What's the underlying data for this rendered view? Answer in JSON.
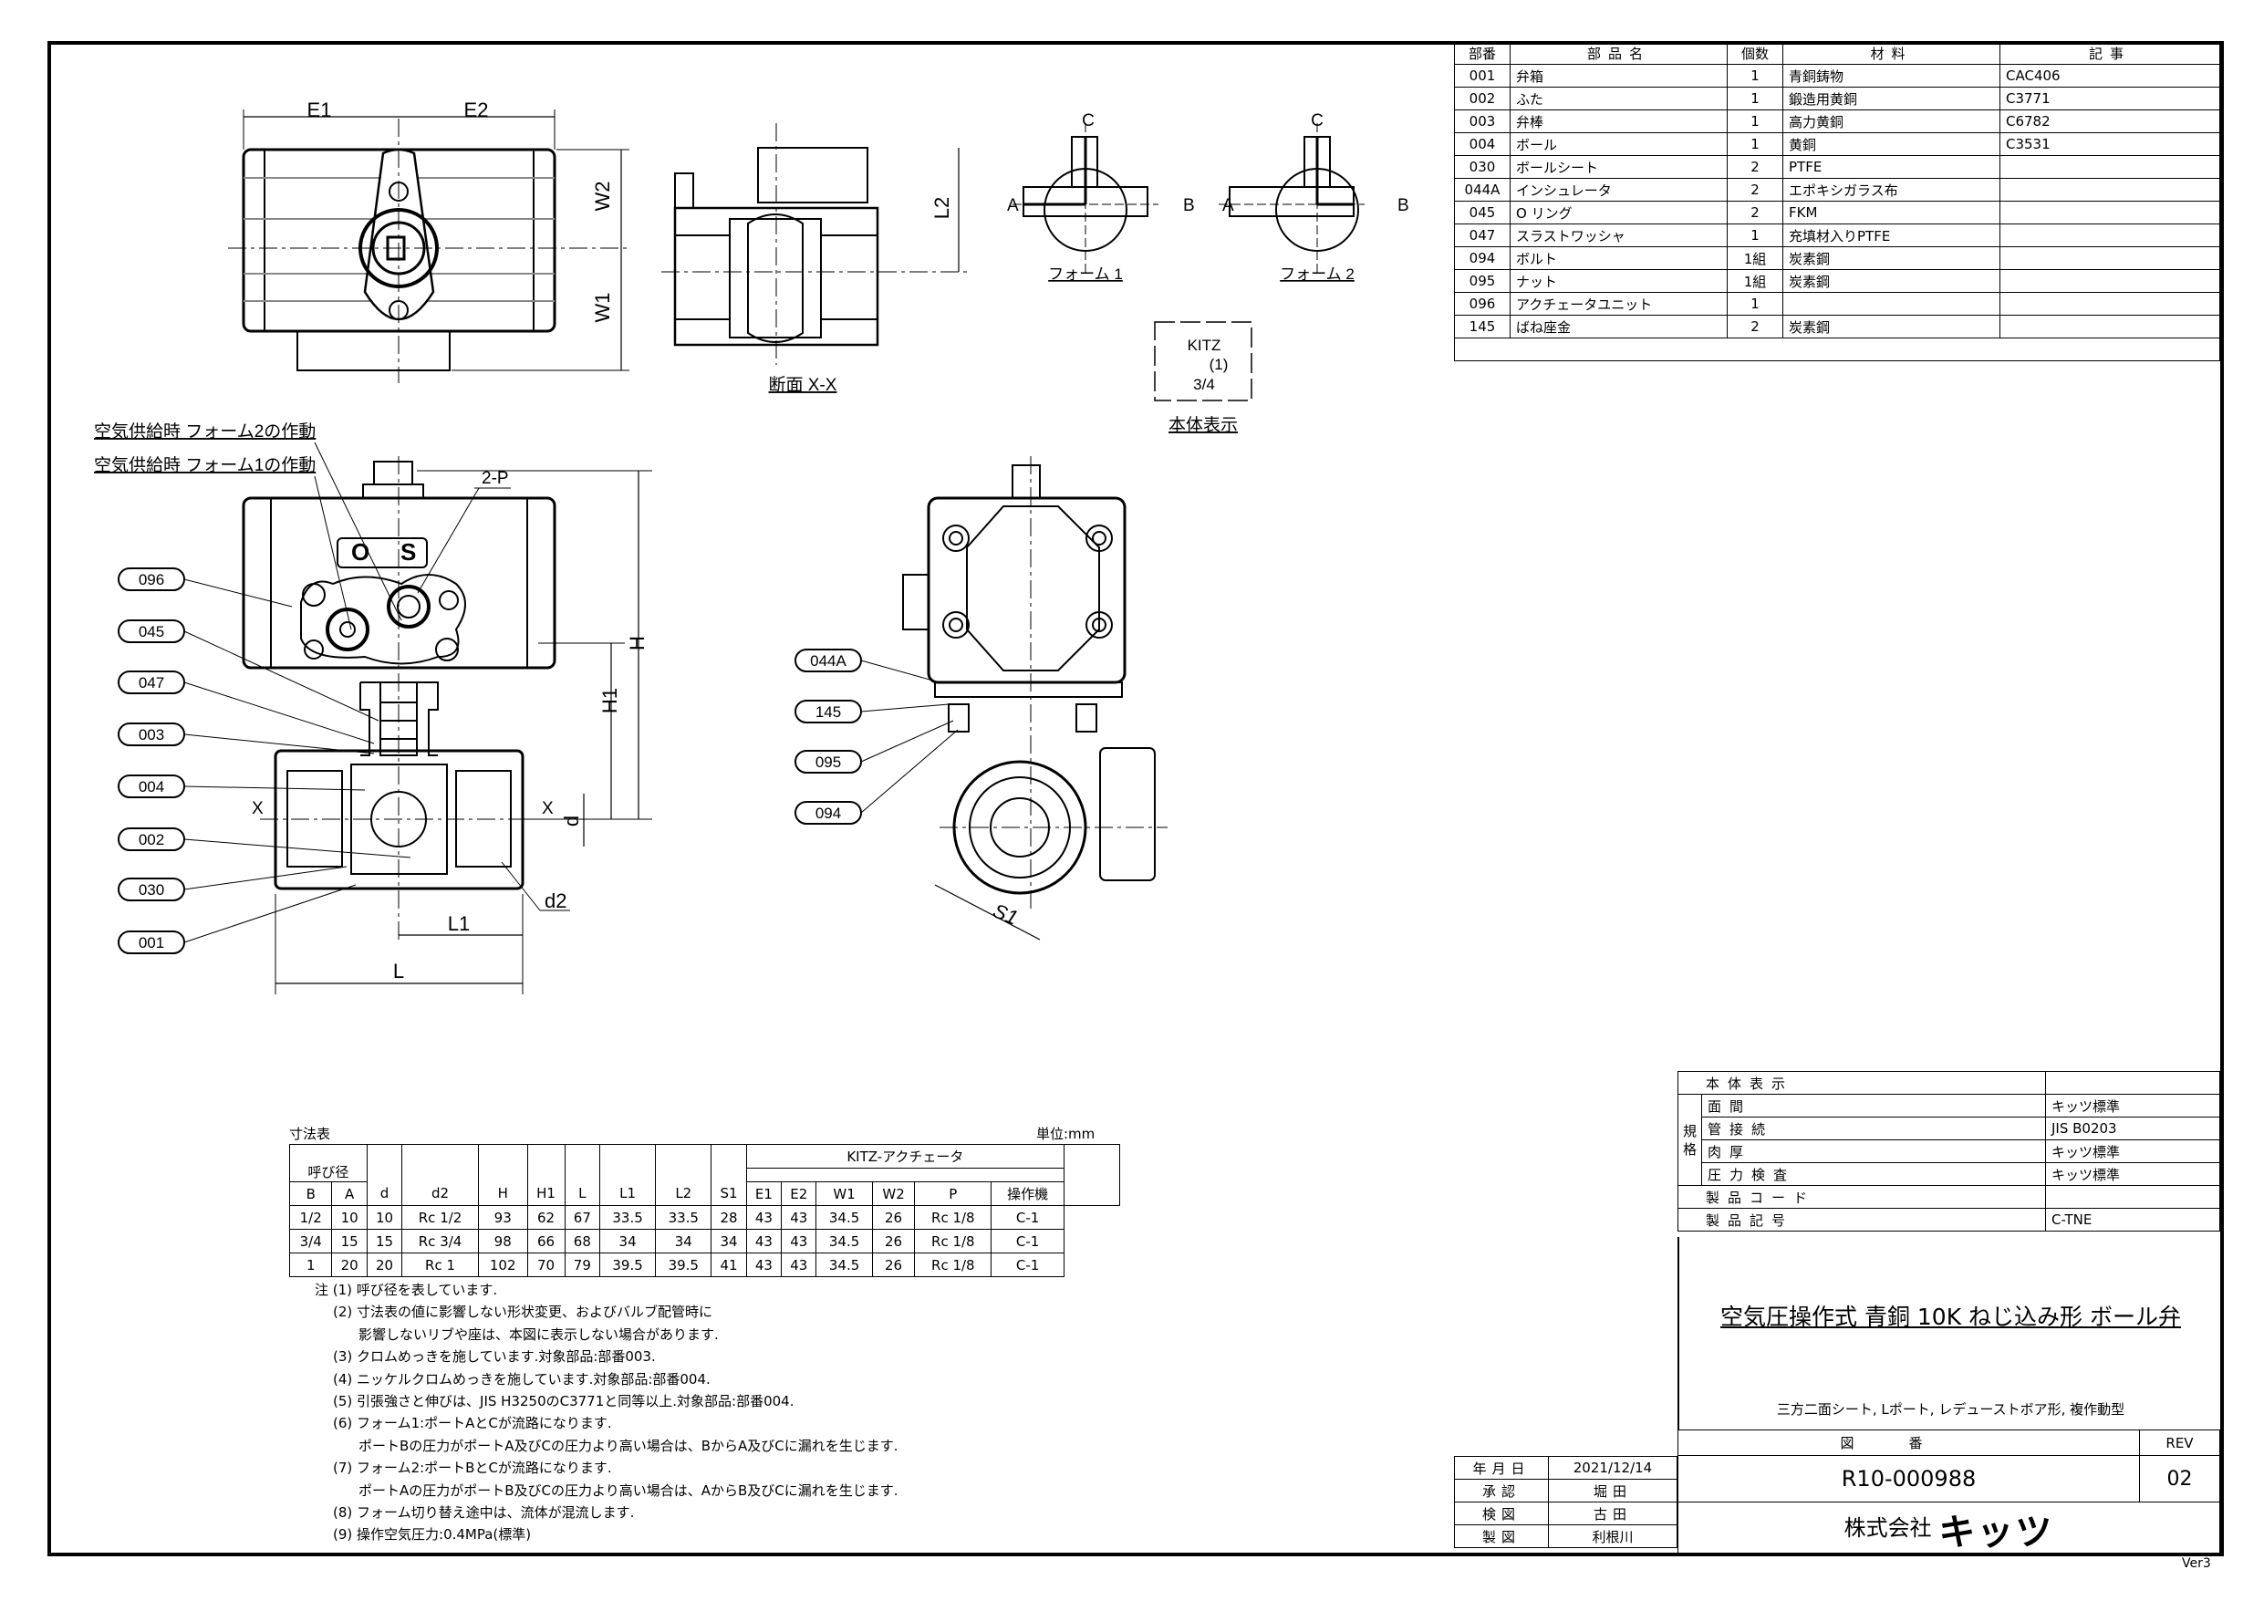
{
  "parts_table": {
    "headers": [
      "部番",
      "部品名",
      "個数",
      "材料",
      "記事"
    ],
    "rows": [
      {
        "no": "001",
        "name": "弁箱",
        "qty": "1",
        "material": "青銅鋳物",
        "note": "CAC406"
      },
      {
        "no": "002",
        "name": "ふた",
        "qty": "1",
        "material": "鍛造用黄銅",
        "note": "C3771"
      },
      {
        "no": "003",
        "name": "弁棒",
        "qty": "1",
        "material": "高力黄銅",
        "note": "C6782"
      },
      {
        "no": "004",
        "name": "ボール",
        "qty": "1",
        "material": "黄銅",
        "note": "C3531"
      },
      {
        "no": "030",
        "name": "ボールシート",
        "qty": "2",
        "material": "PTFE",
        "note": ""
      },
      {
        "no": "044A",
        "name": "インシュレータ",
        "qty": "2",
        "material": "エポキシガラス布",
        "note": ""
      },
      {
        "no": "045",
        "name": "O リング",
        "qty": "2",
        "material": "FKM",
        "note": ""
      },
      {
        "no": "047",
        "name": "スラストワッシャ",
        "qty": "1",
        "material": "充填材入りPTFE",
        "note": ""
      },
      {
        "no": "094",
        "name": "ボルト",
        "qty": "1組",
        "material": "炭素鋼",
        "note": ""
      },
      {
        "no": "095",
        "name": "ナット",
        "qty": "1組",
        "material": "炭素鋼",
        "note": ""
      },
      {
        "no": "096",
        "name": "アクチェータユニット",
        "qty": "1",
        "material": "",
        "note": ""
      },
      {
        "no": "145",
        "name": "ばね座金",
        "qty": "2",
        "material": "炭素鋼",
        "note": ""
      }
    ]
  },
  "drawing_labels": {
    "e1": "E1",
    "e2": "E2",
    "w1": "W1",
    "w2": "W2",
    "l2": "L2",
    "section": "断面 X-X",
    "port_a": "A",
    "port_b": "B",
    "port_c": "C",
    "form1": "フォーム 1",
    "form2": "フォーム 2",
    "marking_kitz": "KITZ",
    "marking_1": "(1)",
    "marking_size": "3/4",
    "marking_caption": "本体表示",
    "air_form2": "空気供給時 フォーム2の作動",
    "air_form1": "空気供給時 フォーム1の作動",
    "two_p": "2-P",
    "o": "O",
    "s": "S",
    "h": "H",
    "h1": "H1",
    "x": "X",
    "d": "d",
    "d2": "d2",
    "l1": "L1",
    "l": "L",
    "s1": "S1",
    "balloons_front": [
      "096",
      "045",
      "047",
      "003",
      "004",
      "002",
      "030",
      "001"
    ],
    "balloons_side": [
      "044A",
      "145",
      "095",
      "094"
    ]
  },
  "dimension_table": {
    "title": "寸法表",
    "unit": "単位:mm",
    "nominal": "呼び径",
    "actuator_group": "KITZ-アクチェータ",
    "columns": [
      "B",
      "A",
      "d",
      "d2",
      "H",
      "H1",
      "L",
      "L1",
      "L2",
      "S1",
      "E1",
      "E2",
      "W1",
      "W2",
      "P",
      "操作機"
    ],
    "rows": [
      [
        "1/2",
        "10",
        "10",
        "Rc 1/2",
        "93",
        "62",
        "67",
        "33.5",
        "33.5",
        "28",
        "43",
        "43",
        "34.5",
        "26",
        "Rc 1/8",
        "C-1"
      ],
      [
        "3/4",
        "15",
        "15",
        "Rc 3/4",
        "98",
        "66",
        "68",
        "34",
        "34",
        "34",
        "43",
        "43",
        "34.5",
        "26",
        "Rc 1/8",
        "C-1"
      ],
      [
        "1",
        "20",
        "20",
        "Rc 1",
        "102",
        "70",
        "79",
        "39.5",
        "39.5",
        "41",
        "43",
        "43",
        "34.5",
        "26",
        "Rc 1/8",
        "C-1"
      ]
    ]
  },
  "notes": [
    "注 (1) 呼び径を表しています.",
    "(2) 寸法表の値に影響しない形状変更、およびバルブ配管時に",
    "影響しないリブや座は、本図に表示しない場合があります.",
    "(3) クロムめっきを施しています.対象部品:部番003.",
    "(4) ニッケルクロムめっきを施しています.対象部品:部番004.",
    "(5) 引張強さと伸びは、JIS H3250のC3771と同等以上.対象部品:部番004.",
    "(6) フォーム1:ポートAとCが流路になります.",
    "ポートBの圧力がポートA及びCの圧力より高い場合は、BからA及びCに漏れを生じます.",
    "(7) フォーム2:ポートBとCが流路になります.",
    "ポートAの圧力がポートB及びCの圧力より高い場合は、AからB及びCに漏れを生じます.",
    "(8) フォーム切り替え途中は、流体が混流します.",
    "(9) 操作空気圧力:0.4MPa(標準)"
  ],
  "spec_block": {
    "body_marking": "本体表示",
    "standard": "規格",
    "rows": [
      {
        "label": "面間",
        "value": "キッツ標準"
      },
      {
        "label": "管接続",
        "value": "JIS  B0203"
      },
      {
        "label": "肉厚",
        "value": "キッツ標準"
      },
      {
        "label": "圧力検査",
        "value": "キッツ標準"
      }
    ],
    "product_code_label": "製品コード",
    "product_code": "",
    "product_symbol_label": "製品記号",
    "product_symbol": "C-TNE"
  },
  "title": {
    "main": "空気圧操作式 青銅 10K ねじ込み形 ボール弁",
    "sub": "三方二面シート, Lポート, レデューストボア形, 複作動型"
  },
  "drawing_number": {
    "label": "図番",
    "value": "R10-000988",
    "rev_label": "REV",
    "rev": "02"
  },
  "company": {
    "prefix": "株式会社",
    "logo": "キッツ"
  },
  "signatures": [
    {
      "label": "年月日",
      "value": "2021/12/14"
    },
    {
      "label": "承認",
      "value": "堀田"
    },
    {
      "label": "検図",
      "value": "古田"
    },
    {
      "label": "製図",
      "value": "利根川"
    }
  ],
  "version": "Ver3"
}
